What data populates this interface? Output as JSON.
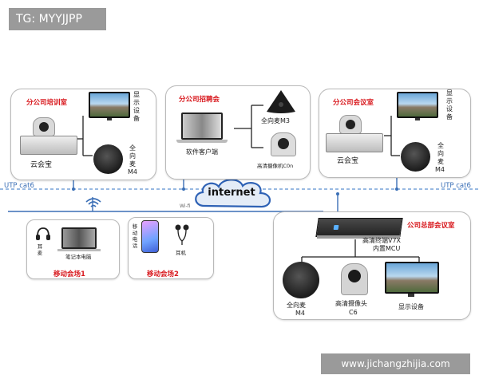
{
  "watermark": "TG: MYYJJPP",
  "site_url": "www.jichangzhijia.com",
  "network": {
    "cloud_label": "internet",
    "utp_left": "UTP cat6",
    "utp_right": "UTP cat6",
    "wifi_label": "Wi-fi"
  },
  "branch_training": {
    "title": "分公司培训室",
    "display_label": "显示设备",
    "box_label": "云会宝",
    "mic_label": "全向麦",
    "mic_model": "M4"
  },
  "branch_recruiting": {
    "title": "分公司招聘会",
    "mic_label": "全向麦M3",
    "client_label": "软件客户端",
    "camera_label": "高清摄像机C0n"
  },
  "branch_meeting": {
    "title": "分公司会议室",
    "display_label": "显示设备",
    "box_label": "云会宝",
    "mic_label": "全向麦",
    "mic_model": "M4"
  },
  "mobile1": {
    "title": "移动会场1",
    "headset_label": "耳麦",
    "laptop_label": "笔记本电脑"
  },
  "mobile2": {
    "title": "移动会场2",
    "phone_label": "移动电话",
    "earphone_label": "耳机"
  },
  "hq": {
    "title": "公司总部会议室",
    "terminal_label": "高清终端V7X",
    "mcu_label": "内置MCU",
    "mic_label": "全向麦",
    "mic_model": "M4",
    "camera_label": "高清摄像头",
    "camera_model": "C6",
    "display_label": "显示设备"
  }
}
